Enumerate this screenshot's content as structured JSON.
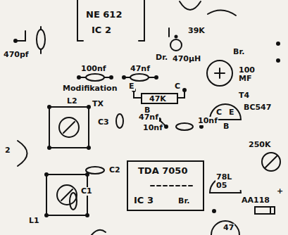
{
  "diagram": {
    "nodes": [
      {
        "text": [
          "NE 612",
          "IC 2"
        ]
      },
      {
        "text": [
          "47K"
        ]
      },
      {
        "text": [
          "TDA 7050",
          "IC 3"
        ]
      }
    ],
    "labels": [
      "470pf",
      "39K",
      "Dr.",
      "470µH",
      "Br.",
      "100 MF",
      "100nf",
      "47nf",
      "Modifikation",
      "E",
      "C",
      "TX",
      "B",
      "T4",
      "BC547",
      "C",
      "E",
      "B",
      "C3",
      "47nf",
      "10nf",
      "10nf",
      "L2",
      "2",
      "250K",
      "C2",
      "78L 05",
      "Br.",
      "AA118",
      "+",
      "C1",
      "L1",
      "47"
    ]
  }
}
